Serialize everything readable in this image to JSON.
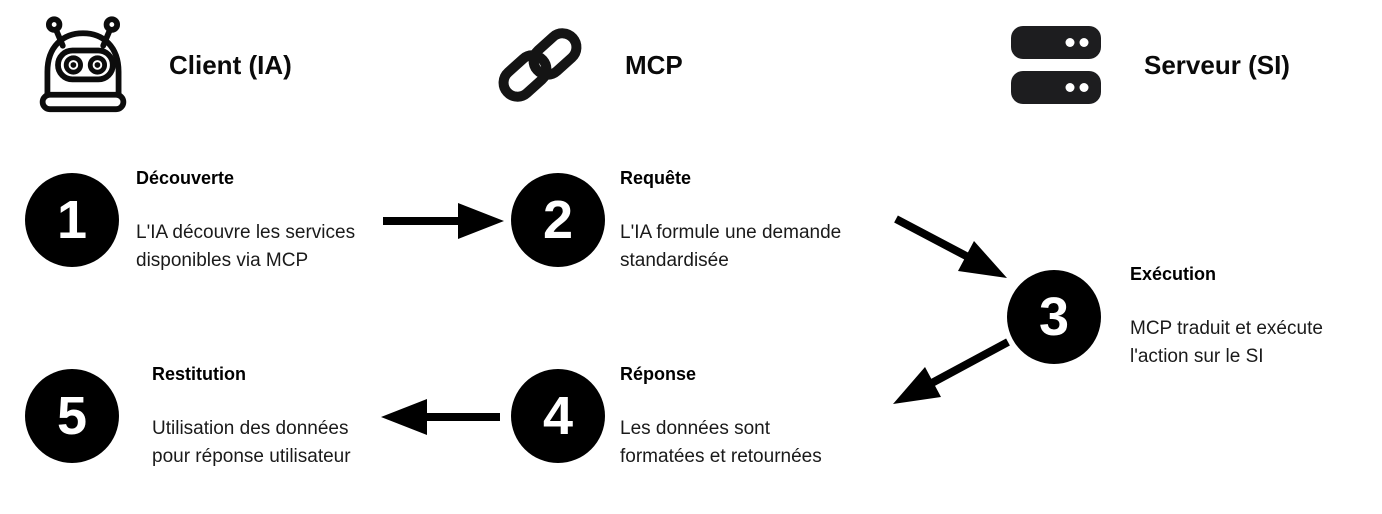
{
  "diagram": {
    "actors": [
      {
        "id": "client",
        "icon": "robot-icon",
        "label": "Client (IA)"
      },
      {
        "id": "mcp",
        "icon": "link-icon",
        "label": "MCP"
      },
      {
        "id": "server",
        "icon": "server-icon",
        "label": "Serveur (SI)"
      }
    ],
    "steps": [
      {
        "number": "1",
        "title": "Découverte",
        "lines": [
          "L'IA découvre les services",
          "disponibles via MCP"
        ]
      },
      {
        "number": "2",
        "title": "Requête",
        "lines": [
          "L'IA formule une demande",
          "standardisée"
        ]
      },
      {
        "number": "3",
        "title": "Exécution",
        "lines": [
          "MCP traduit et exécute",
          "l'action sur le SI"
        ]
      },
      {
        "number": "4",
        "title": "Réponse",
        "lines": [
          "Les données sont",
          "formatées et retournées"
        ]
      },
      {
        "number": "5",
        "title": "Restitution",
        "lines": [
          "Utilisation des données",
          "pour réponse utilisateur"
        ]
      }
    ],
    "arrows": [
      {
        "from": "1",
        "to": "2"
      },
      {
        "from": "2",
        "to": "3"
      },
      {
        "from": "3",
        "to": "4"
      },
      {
        "from": "4",
        "to": "5"
      }
    ],
    "colors": {
      "ink": "#000000",
      "icon": "#1d1d1f",
      "background": "#ffffff"
    }
  }
}
